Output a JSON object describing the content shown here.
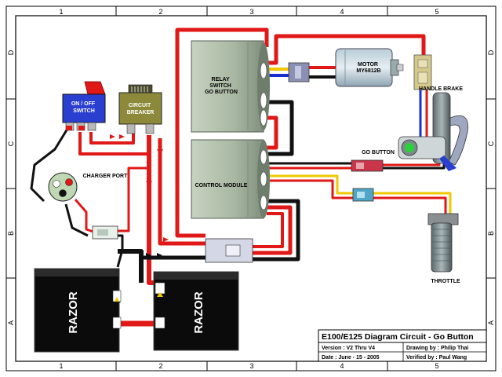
{
  "grid": {
    "columns": [
      "1",
      "2",
      "3",
      "4",
      "5"
    ],
    "rows": [
      "D",
      "C",
      "B",
      "A"
    ]
  },
  "components": {
    "relay_switch": "RELAY\nSWITCH\nGO BUTTON",
    "motor": "MOTOR\nMY6812B",
    "on_off_switch": "ON / OFF\nSWITCH",
    "circuit_breaker": "CIRCUIT\nBREAKER",
    "handle_brake": "HANDLE BRAKE",
    "charger_port": "CHARGER PORT",
    "go_button": "GO BUTTON",
    "control_module": "CONTROL MODULE",
    "throttle": "THROTTLE",
    "battery_left": "RAZOR",
    "battery_right": "RAZOR"
  },
  "title_block": {
    "title": "E100/E125 Diagram Circuit - Go Button",
    "version": "Version : V2 Thru V4",
    "drawing_by": "Drawing by : Philip Thai",
    "date": "Date : June - 15 - 2005",
    "verified_by": "Verified by : Paul Wang"
  },
  "colors": {
    "red_wire": "#e01818",
    "black_wire": "#111111",
    "blue_wire": "#1a2fd0",
    "yellow_wire": "#f0c800",
    "module_green": "#a9b9a3",
    "switch_blue": "#2a3fd0",
    "breaker_olive": "#8c8a3a"
  }
}
